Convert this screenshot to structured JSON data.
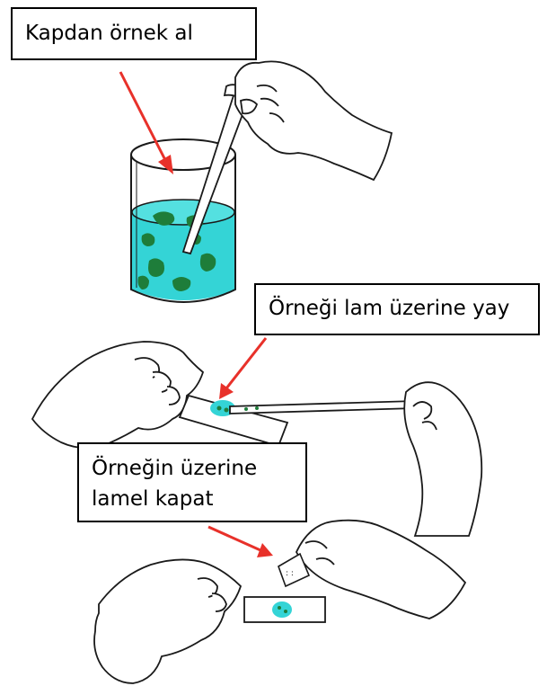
{
  "labels": {
    "take_sample": "Kapdan örnek al",
    "spread_on_slide": "Örneği lam üzerine yay",
    "cover_line1": "Örneğin üzerine",
    "cover_line2": "lamel kapat"
  },
  "colors": {
    "water": "#34d4d6",
    "algae": "#1e7d3a",
    "arrow": "#e8312a",
    "outline": "#1a1a1a"
  },
  "icons": [
    "beaker-icon",
    "dropper-icon",
    "hand-icon",
    "slide-icon",
    "coverslip-icon",
    "arrow-icon"
  ]
}
